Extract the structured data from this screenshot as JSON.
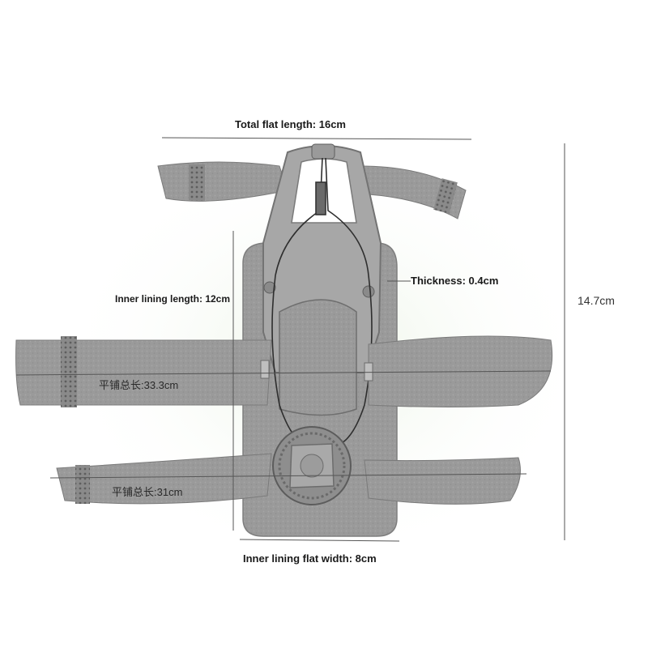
{
  "labels": {
    "total_flat_length": "Total flat length: 16cm",
    "thickness": "Thickness: 0.4cm",
    "inner_lining_length": "Inner lining length: 12cm",
    "height": "14.7cm",
    "flat_total_length_top": "平铺总长:33.3cm",
    "flat_total_length_bottom": "平铺总长:31cm",
    "inner_lining_flat_width": "Inner lining flat width: 8cm"
  },
  "colors": {
    "strap": "#9b9b9b",
    "strap_dark": "#7d7d7d",
    "plastic": "#a8a8a8",
    "lining": "#8f8f8f",
    "line": "#555555"
  }
}
